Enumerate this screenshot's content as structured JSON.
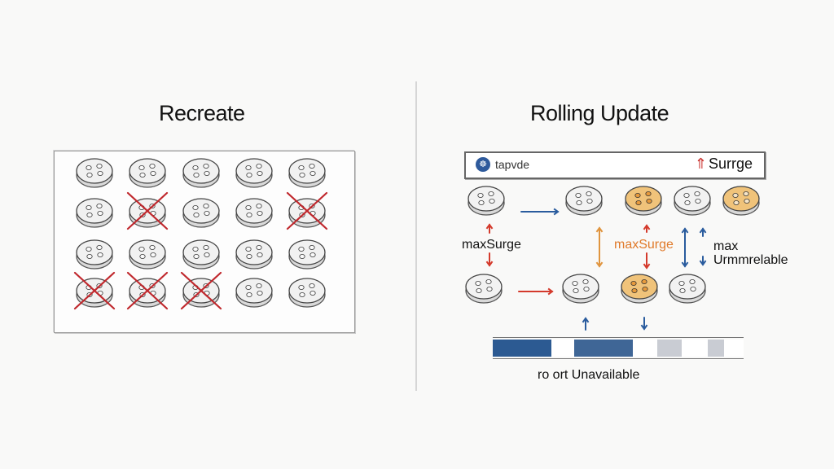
{
  "left_panel": {
    "title": "Recreate",
    "grid": {
      "rows": 4,
      "cols": 5
    },
    "crossed_pods": [
      [
        1,
        1
      ],
      [
        1,
        4
      ],
      [
        3,
        0
      ],
      [
        3,
        1
      ],
      [
        3,
        2
      ]
    ]
  },
  "right_panel": {
    "title": "Rolling Update",
    "banner": {
      "left_text": "tapvde",
      "right_text": "Surrge",
      "logo_icon": "kubernetes-wheel-icon",
      "up_arrow_icon": "up-arrow-icon"
    },
    "labels": {
      "max_surge_left": "maxSurge",
      "max_surge_center": "maxSurge",
      "max_unavailable_line1": "max",
      "max_unavailable_line2": "Urmmrelable"
    },
    "bottom_caption": "ro  ort  Unavailable",
    "progress_bar": [
      {
        "color": "#2c5a92",
        "width": 72
      },
      {
        "color": "#ffffff",
        "width": 28
      },
      {
        "color": "#3f6696",
        "width": 72
      },
      {
        "color": "#ffffff",
        "width": 30
      },
      {
        "color": "#c9ccd3",
        "width": 30
      },
      {
        "color": "#ffffff",
        "width": 32
      },
      {
        "color": "#c9ccd3",
        "width": 20
      },
      {
        "color": "#ffffff",
        "width": 24
      }
    ]
  },
  "colors": {
    "cross_red": "#c0282d",
    "arrow_blue": "#2a5c9e",
    "arrow_red": "#d43a2c",
    "arrow_orange": "#e0953f",
    "pod_orange": "#f0c37a"
  }
}
